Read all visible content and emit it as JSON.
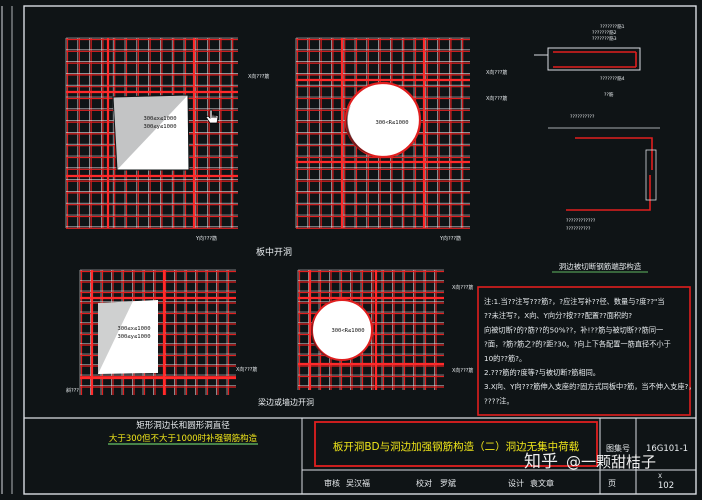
{
  "colors": {
    "background": "#0f1416",
    "frame": "#d9dde2",
    "grid_red": "#e01f1f",
    "grid_white": "#d9dde2",
    "text_white": "#e8ecef",
    "text_yellow": "#f0e61a",
    "text_green": "#7cf07c",
    "note_border": "#e01f1f"
  },
  "drawing": {
    "views": {
      "top_left": {
        "opening_label_1": "300≤x≤1000",
        "opening_label_2": "300≤y≤1000",
        "callout_x": "X向???筋",
        "callout_y": "Y向???筋"
      },
      "top_middle": {
        "opening_label": "300<R≤1000",
        "callout_x1": "X向???筋",
        "callout_x2": "X向???筋",
        "callout_y": "Y向???筋"
      },
      "bottom_left": {
        "opening_label_1": "300≤x≤1000",
        "opening_label_2": "300≤y≤1000",
        "callout_left": "斜???",
        "callout_right": "X向???筋"
      },
      "bottom_middle": {
        "opening_label": "300<R≤1000",
        "callout_x1": "X向???筋",
        "callout_x2": "X向???筋"
      }
    },
    "captions": {
      "center_title": "板中开洞",
      "edge_title": "梁边或墙边开洞",
      "left_title": "矩形洞边长和圆形洞直径",
      "left_subtitle": "大于300但不大于1000时补强钢筋构造",
      "detail_title": "洞边被切断钢筋端部构造"
    },
    "detail_callouts": [
      "???????筋1",
      "???????筋2",
      "???????筋3",
      "???????筋4",
      "??筋",
      "??????????",
      "????????????",
      "??????????"
    ],
    "notes": {
      "lines": [
        "注:1.当??注写???筋?，?应注写补??径、数量与?度??\"当",
        "   ??未注写?，X向、Y向分?按???配置??面积的?",
        "   向被切断?的?筋??的50%??，补!??筋与被切断??筋同一",
        "   ?面，?筋?筋之?的?距?30。?向上下各配置一筋直径不小于",
        "   10的??筋?。",
        "2.???筋的?度等?与被切断?筋相同。",
        "3.X向、Y向???筋伸入支座的?固方式同板中?筋，当不伸入支座?，",
        "   ????注。"
      ]
    },
    "title_block": {
      "title": "板开洞BD与洞边加强钢筋构造（二）洞边无集中荷载",
      "atlas_label": "图集号",
      "atlas_no": "16G101-1",
      "review_label": "审核",
      "reviewer": "吴汉福",
      "check_label": "校对",
      "checker": "罗斌",
      "design_label": "设计",
      "designer": "袁文章",
      "page_label": "页",
      "page_no": "102",
      "hatch_char": "X"
    }
  },
  "watermark": {
    "site": "知乎",
    "author": "@一颗甜桔子"
  }
}
